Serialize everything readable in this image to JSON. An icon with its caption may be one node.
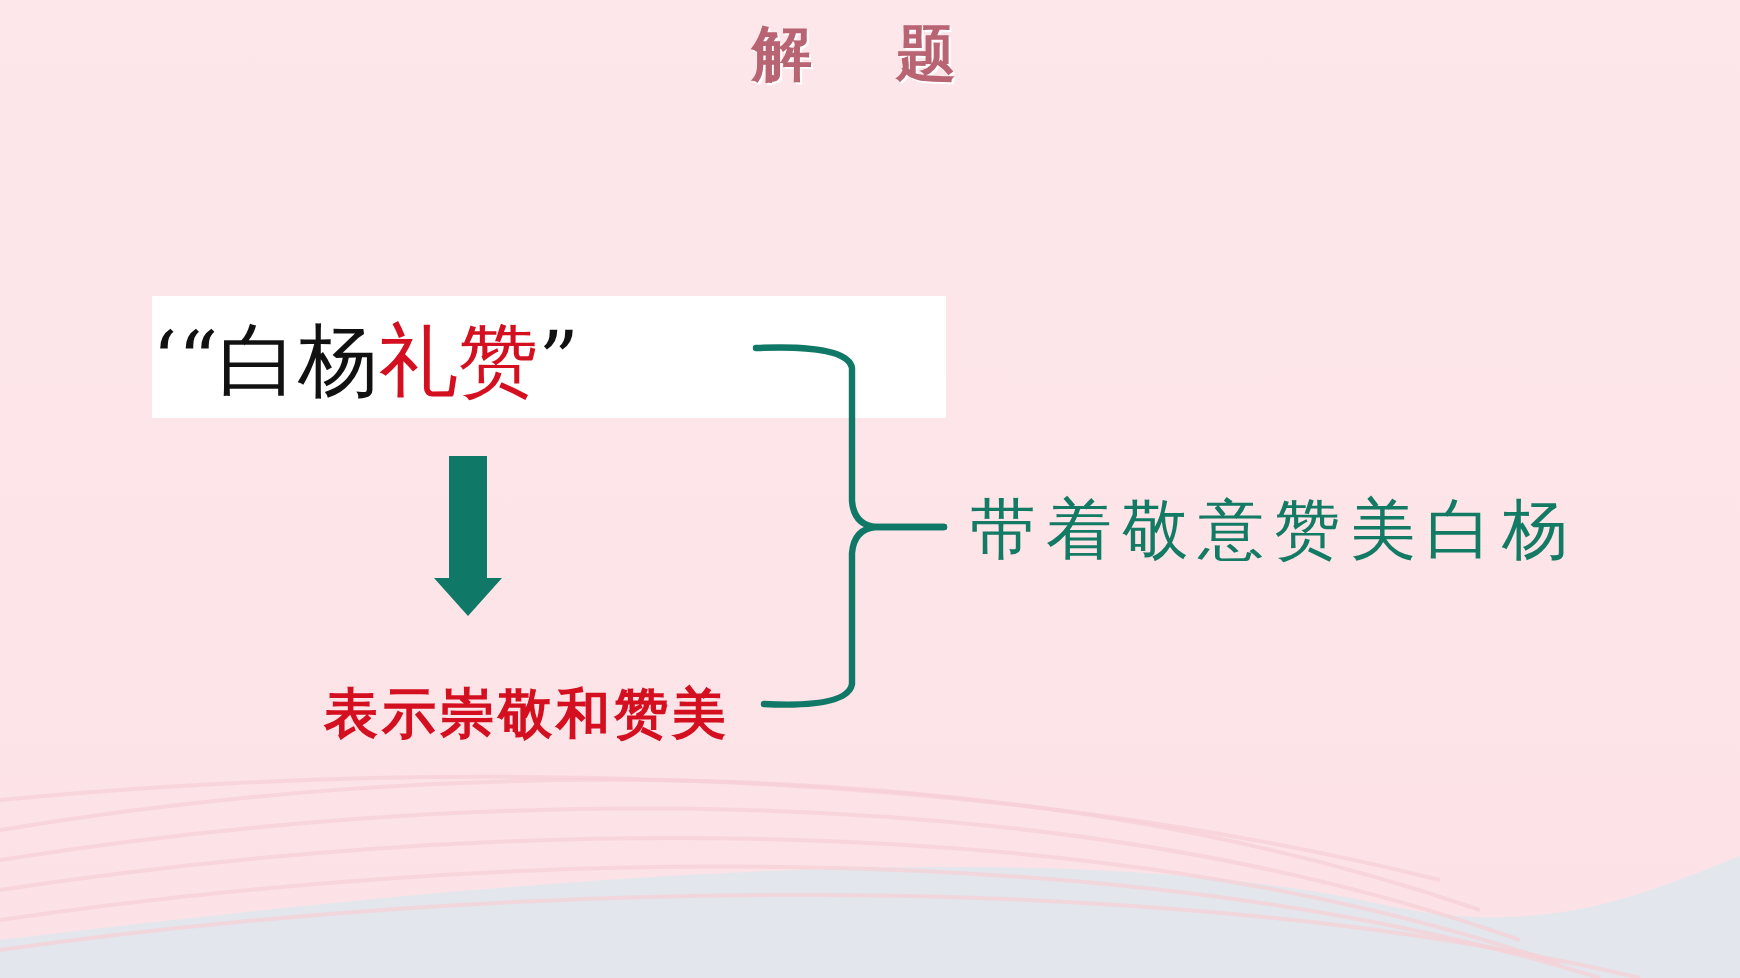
{
  "diagram": {
    "title": "解 题",
    "nodes": [
      {
        "text": [
          "‘“白杨**礼赞**”"
        ]
      },
      {
        "text": [
          "表示崇敬和赞美"
        ]
      },
      {
        "text": [
          "带着敬意赞美白杨"
        ]
      }
    ],
    "edges": [
      {
        "from": 0,
        "to": 1,
        "arrow": "to",
        "style": "thick"
      },
      {
        "from": 0,
        "to": 2,
        "arrow": "none"
      },
      {
        "from": 1,
        "to": 2,
        "arrow": "none"
      }
    ]
  }
}
